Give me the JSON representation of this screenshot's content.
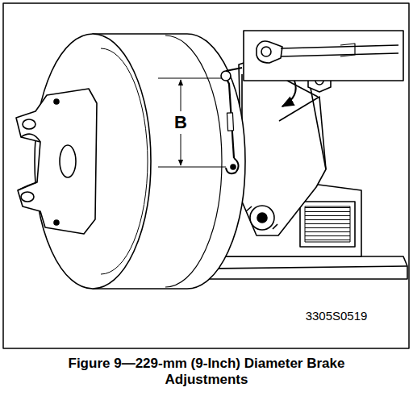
{
  "diagram": {
    "caption": "Figure 9—229-mm (9-Inch) Diameter Brake Adjustments",
    "labels": [
      "B",
      "3305S0519"
    ]
  }
}
